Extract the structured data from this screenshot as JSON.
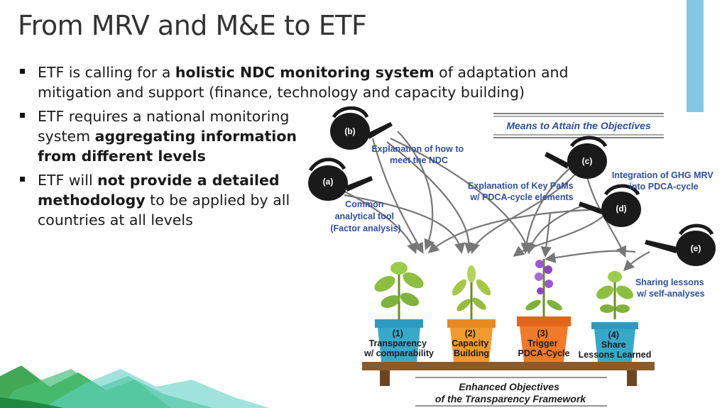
{
  "slide": {
    "title": "From MRV and M&E to ETF",
    "bullets": [
      {
        "parts": [
          {
            "text": "ETF is calling for a ",
            "bold": false
          },
          {
            "text": "holistic NDC monitoring system",
            "bold": true
          },
          {
            "text": " of adaptation and mitigation and support (finance, technology and capacity building)",
            "bold": false
          }
        ]
      },
      {
        "parts": [
          {
            "text": "ETF requires a national monitoring system ",
            "bold": false
          },
          {
            "text": "aggregating information from different levels",
            "bold": true
          }
        ]
      },
      {
        "parts": [
          {
            "text": "ETF will ",
            "bold": false
          },
          {
            "text": "not provide a detailed methodology",
            "bold": true
          },
          {
            "text": " to be applied by all countries at all levels",
            "bold": false
          }
        ]
      }
    ]
  },
  "diagram": {
    "header": "Means to Attain the Objectives",
    "cans": [
      {
        "letter": "(b)",
        "label_lines": [
          "Explanation of how to",
          "meet the NDC"
        ]
      },
      {
        "letter": "(a)",
        "label_lines": [
          "Common",
          "analytical tool",
          "(Factor analysis)"
        ]
      },
      {
        "letter": "(c)",
        "label_lines": [
          "Explanation of Key PaMs",
          "w/ PDCA-cycle elements"
        ]
      },
      {
        "letter": "(d)",
        "label_lines": [
          "Integration of GHG MRV",
          "into PDCA-cycle"
        ]
      },
      {
        "letter": "(e)",
        "label_lines": [
          "Sharing lessons",
          "w/ self-analyses"
        ]
      }
    ],
    "pots": [
      {
        "lines": [
          "(1)",
          "Transparency",
          "w/ comparability"
        ],
        "color": "#36a9c9"
      },
      {
        "lines": [
          "(2)",
          "Capacity",
          "Building"
        ],
        "color": "#f29a2e"
      },
      {
        "lines": [
          "(3)",
          "Trigger",
          "PDCA-Cycle"
        ],
        "color": "#f07a2a"
      },
      {
        "lines": [
          "(4)",
          "Share",
          "Lessons Learned"
        ],
        "color": "#36a9c9"
      }
    ],
    "footer": [
      "Enhanced Objectives",
      "of the Transparency Framework"
    ]
  }
}
